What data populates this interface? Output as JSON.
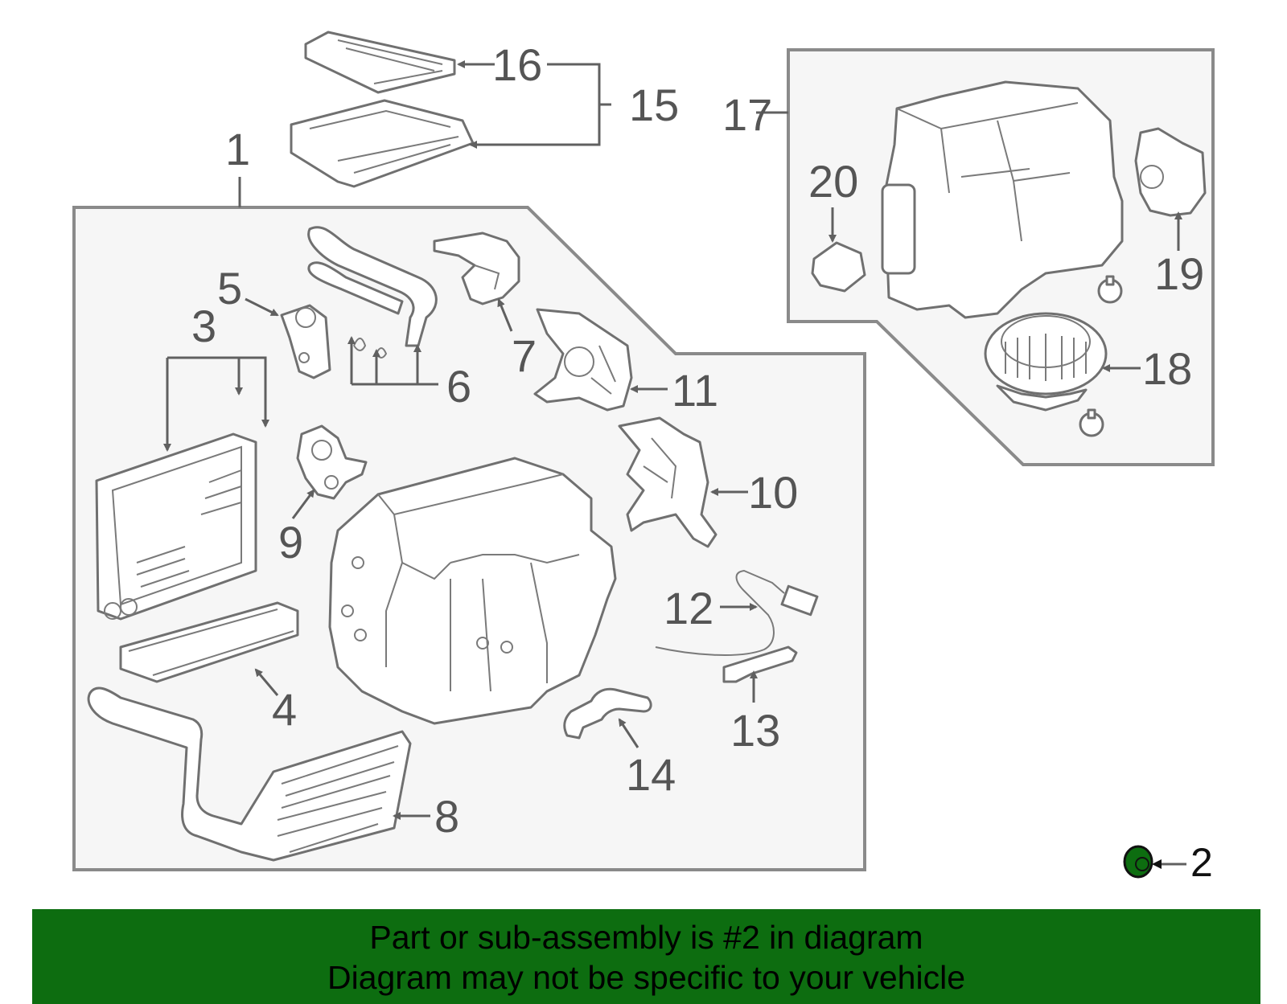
{
  "callouts": {
    "c1": "1",
    "c2": "2",
    "c3": "3",
    "c4": "4",
    "c5": "5",
    "c6": "6",
    "c7": "7",
    "c8": "8",
    "c9": "9",
    "c10": "10",
    "c11": "11",
    "c12": "12",
    "c13": "13",
    "c14": "14",
    "c15": "15",
    "c16": "16",
    "c17": "17",
    "c18": "18",
    "c19": "19",
    "c20": "20"
  },
  "highlight": {
    "part_number": "2",
    "color": "#0d6d10"
  },
  "banner": {
    "line1": "Part or sub-assembly is #2 in diagram",
    "line2": "Diagram may not be specific to your vehicle",
    "background": "#0d6d10"
  }
}
